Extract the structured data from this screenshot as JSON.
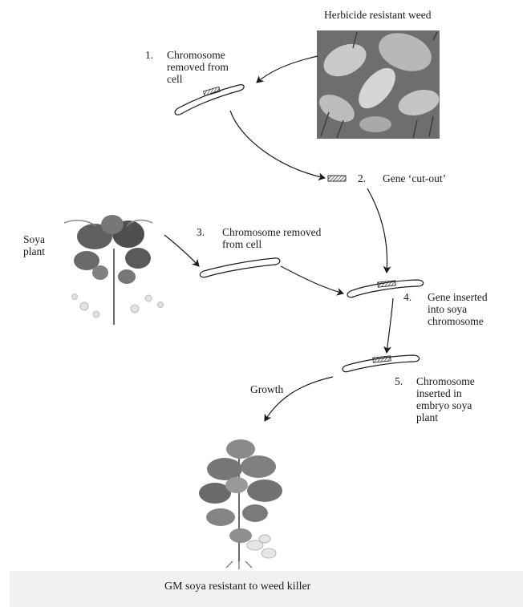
{
  "labels": {
    "weed_title": "Herbicide resistant weed",
    "soya_plant_line1": "Soya",
    "soya_plant_line2": "plant",
    "growth": "Growth",
    "caption": "GM soya resistant to weed killer"
  },
  "steps": [
    {
      "number": "1.",
      "lines": [
        "Chromosome",
        "removed from",
        "cell"
      ]
    },
    {
      "number": "2.",
      "lines": [
        "Gene ‘cut-out’"
      ]
    },
    {
      "number": "3.",
      "lines": [
        "Chromosome removed",
        "from cell"
      ]
    },
    {
      "number": "4.",
      "lines": [
        "Gene inserted",
        "into soya",
        "chromosome"
      ]
    },
    {
      "number": "5.",
      "lines": [
        "Chromosome",
        "inserted in",
        "embryo soya",
        "plant"
      ]
    }
  ],
  "colors": {
    "ink": "#1a1a1a",
    "caption_band": "#f1f1f1",
    "photo_dark": "#5a5a5a",
    "photo_light": "#cfcfcf"
  }
}
